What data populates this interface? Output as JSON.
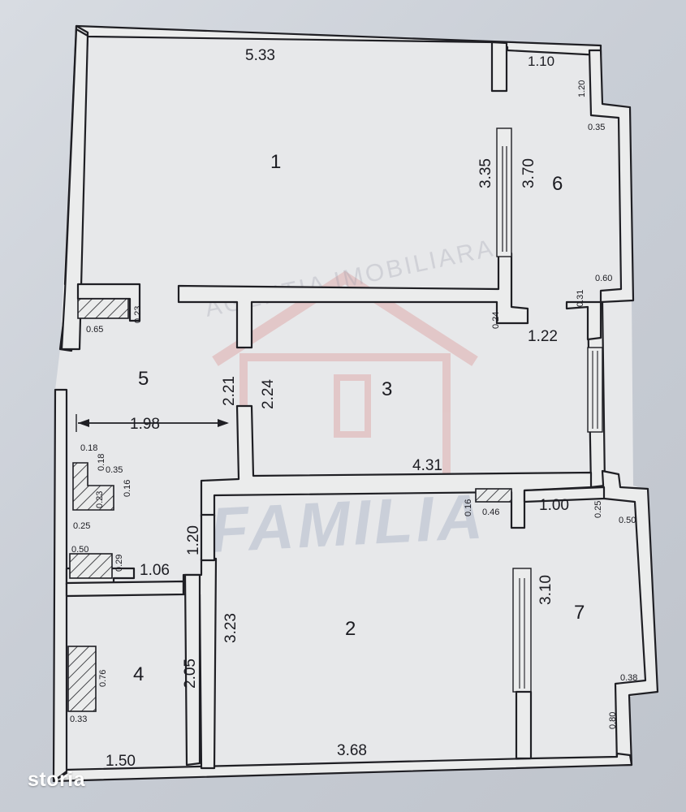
{
  "rooms": [
    {
      "label": "1"
    },
    {
      "label": "2"
    },
    {
      "label": "3"
    },
    {
      "label": "4"
    },
    {
      "label": "5"
    },
    {
      "label": "6"
    },
    {
      "label": "7"
    }
  ],
  "dimensions": {
    "d533": "5.33",
    "d110": "1.10",
    "d120a": "1.20",
    "d035": "0.35",
    "d335": "3.35",
    "d370": "3.70",
    "d060": "0.60",
    "d031": "0.31",
    "d024": "0.24",
    "d122": "1.22",
    "d065": "0.65",
    "d023a": "0.23",
    "d221": "2.21",
    "d224": "2.24",
    "d198": "1.98",
    "d431": "4.31",
    "d018": "0.18",
    "d018b": "0.18",
    "d035b": "0.35",
    "d016": "0.16",
    "d023b": "0.23",
    "d025": "0.25",
    "d050a": "0.50",
    "d029": "0.29",
    "d106": "1.06",
    "d120": "1.20",
    "d016b": "0.16",
    "d046": "0.46",
    "d100": "1.00",
    "d025b": "0.25",
    "d050b": "0.50",
    "d310": "3.10",
    "d323": "3.23",
    "d205": "2.05",
    "d076": "0.76",
    "d033": "0.33",
    "d038": "0.38",
    "d080": "0.80",
    "d150": "1.50",
    "d368": "3.68"
  },
  "watermark": {
    "agency": "AGENTIA IMOBILIARA",
    "brand": "FAMILIA"
  },
  "logo": {
    "text": "storia"
  },
  "colors": {
    "wall_fill": "#ebecec",
    "line": "#1f1f24",
    "watermark_red": "#d98c8c",
    "watermark_blue": "#96a0b9"
  }
}
